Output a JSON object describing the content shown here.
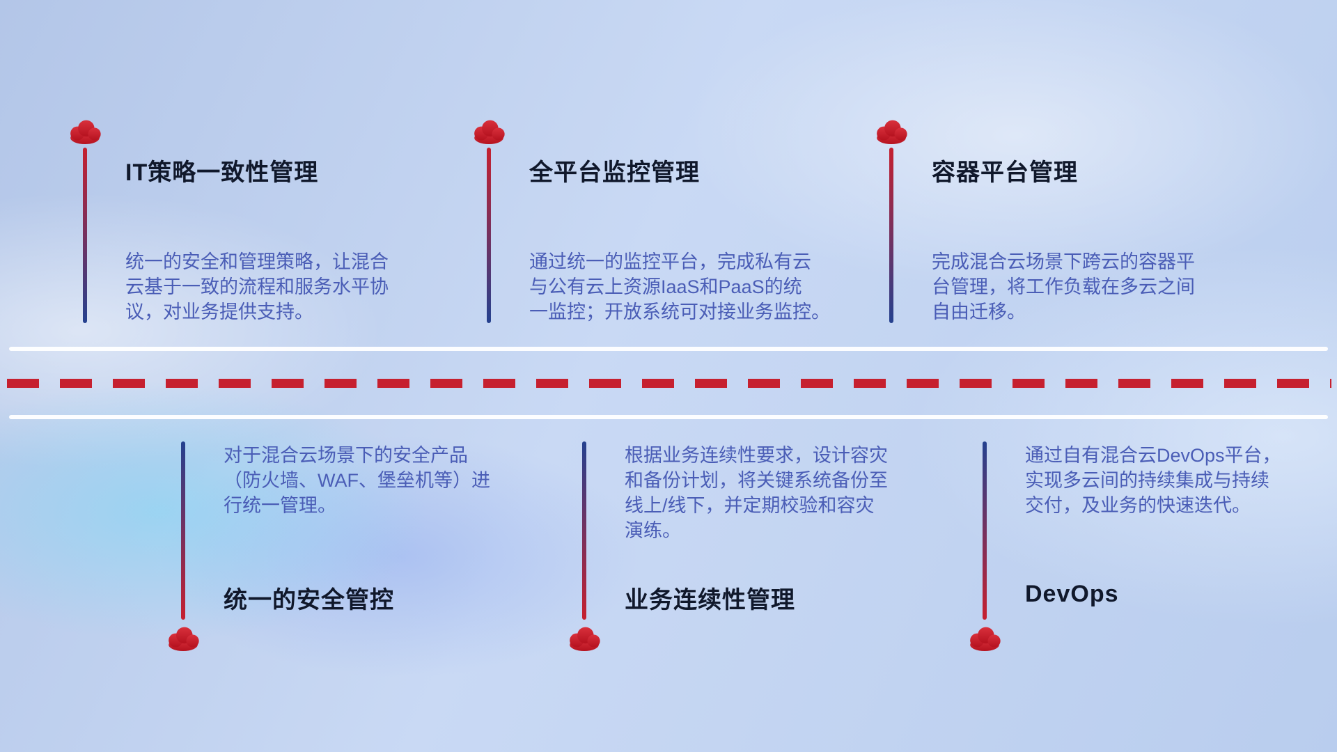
{
  "colors": {
    "accent_red": "#c6202f",
    "accent_blue": "#24418f",
    "title_text": "#10182b",
    "description_text": "#4a5db6",
    "divider_white": "#ffffff"
  },
  "icons": {
    "cloud": "cloud-icon"
  },
  "top_items": [
    {
      "title": "IT策略一致性管理",
      "description": "统一的安全和管理策略，让混合\n云基于一致的流程和服务水平协\n议，对业务提供支持。"
    },
    {
      "title": "全平台监控管理",
      "description": "通过统一的监控平台，完成私有云\n与公有云上资源IaaS和PaaS的统\n一监控；开放系统可对接业务监控。"
    },
    {
      "title": "容器平台管理",
      "description": "完成混合云场景下跨云的容器平\n台管理，将工作负载在多云之间\n自由迁移。"
    }
  ],
  "bottom_items": [
    {
      "title": "统一的安全管控",
      "description": "对于混合云场景下的安全产品\n（防火墙、WAF、堡垒机等）进\n行统一管理。"
    },
    {
      "title": "业务连续性管理",
      "description": "根据业务连续性要求，设计容灾\n和备份计划，将关键系统备份至\n线上/线下，并定期校验和容灾\n演练。"
    },
    {
      "title": "DevOps",
      "description": "通过自有混合云DevOps平台，\n实现多云间的持续集成与持续\n交付，及业务的快速迭代。"
    }
  ]
}
